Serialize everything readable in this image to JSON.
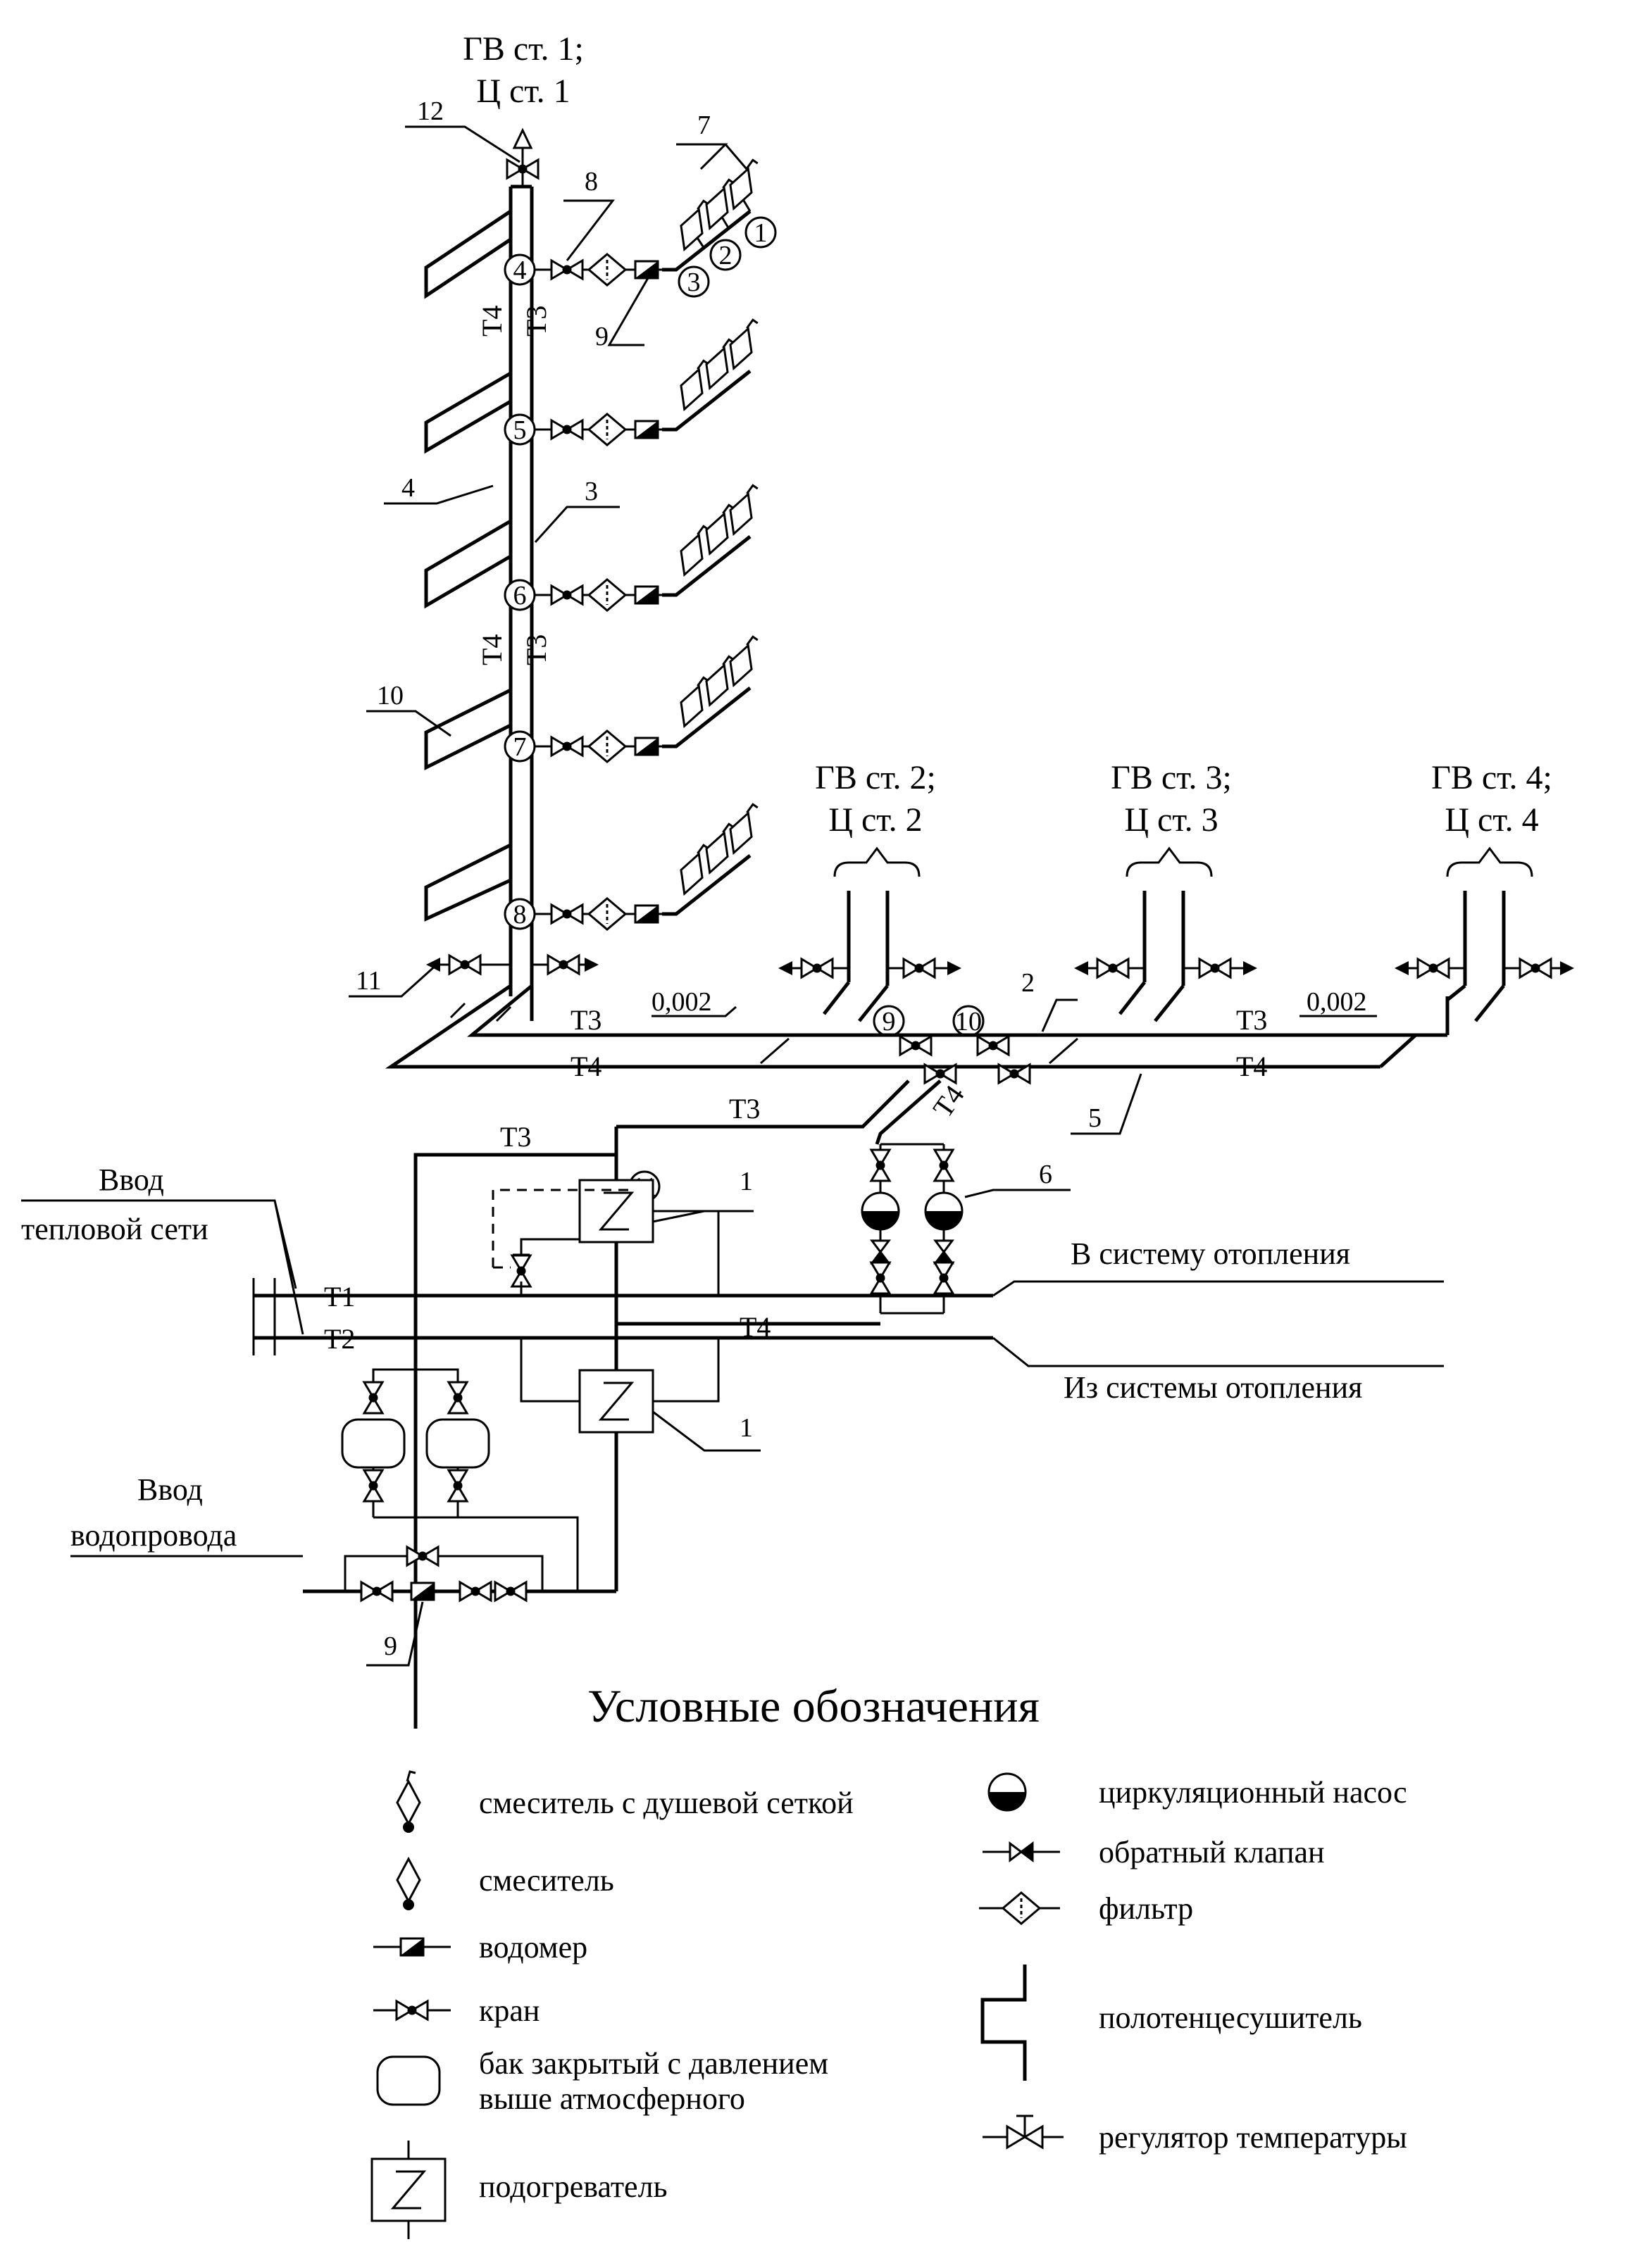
{
  "risers": {
    "r1": [
      "ГВ ст. 1;",
      "Ц ст. 1"
    ],
    "r2": [
      "ГВ ст. 2;",
      "Ц ст. 2"
    ],
    "r3": [
      "ГВ ст. 3;",
      "Ц ст. 3"
    ],
    "r4": [
      "ГВ ст. 4;",
      "Ц ст. 4"
    ]
  },
  "pipes": {
    "t1": "Т1",
    "t2": "Т2",
    "t3": "Т3",
    "t4": "Т4"
  },
  "callouts": [
    "1",
    "2",
    "3",
    "4",
    "5",
    "6",
    "7",
    "8",
    "9",
    "10",
    "11",
    "12"
  ],
  "circled": [
    "1",
    "2",
    "3",
    "4",
    "5",
    "6",
    "7",
    "8",
    "9",
    "10",
    "11"
  ],
  "slopes": [
    "0,002",
    "0,002"
  ],
  "inputs": {
    "heat": [
      "Ввод",
      "тепловой сети"
    ],
    "water": [
      "Ввод",
      "водопровода"
    ]
  },
  "heating": {
    "supply": "В систему отопления",
    "return": "Из системы отопления"
  },
  "legend": {
    "title": "Условные обозначения",
    "items": [
      [
        "смеситель с душевой сеткой"
      ],
      [
        "смеситель"
      ],
      [
        "водомер"
      ],
      [
        "кран"
      ],
      [
        "бак закрытый с давлением",
        "выше атмосферного"
      ],
      [
        "подогреватель"
      ],
      [
        "циркуляционный насос"
      ],
      [
        "обратный клапан"
      ],
      [
        "фильтр"
      ],
      [
        "полотенцесушитель"
      ],
      [
        "регулятор температуры"
      ]
    ]
  }
}
